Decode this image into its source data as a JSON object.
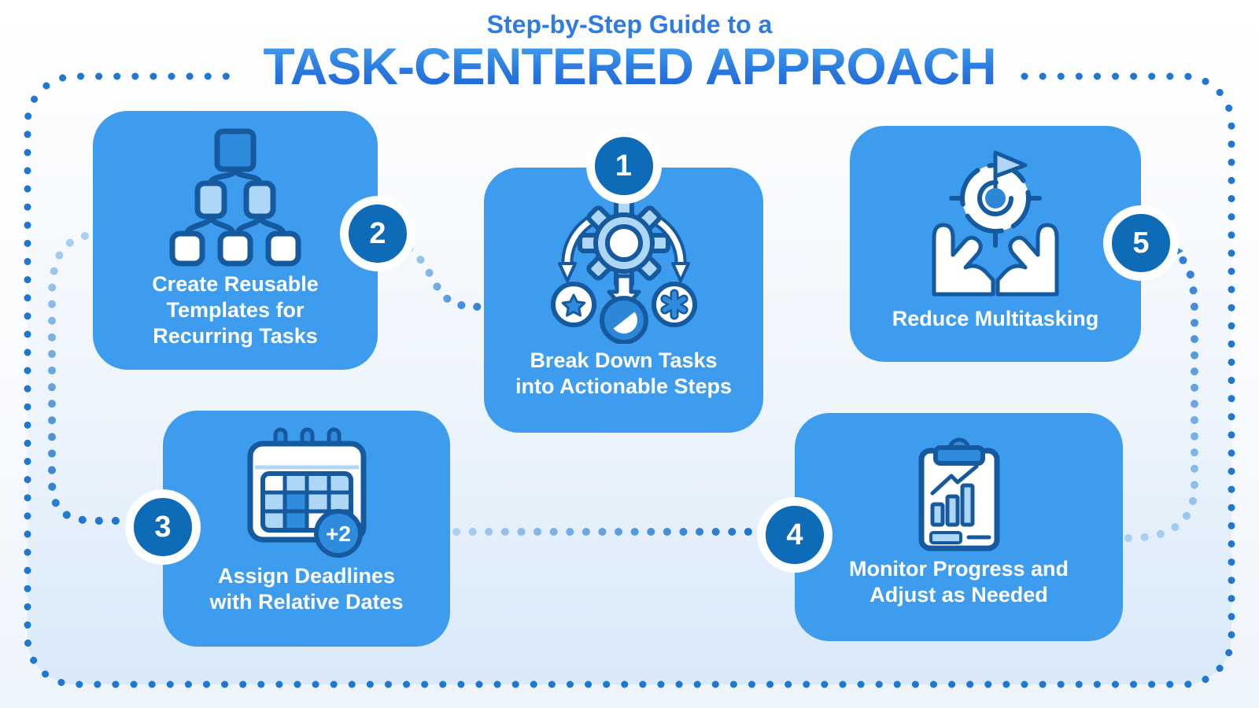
{
  "header": {
    "eyebrow": "Step-by-Step Guide to a",
    "title": "TASK-CENTERED APPROACH"
  },
  "steps": [
    {
      "number": "1",
      "lines": [
        "Break Down Tasks",
        "into Actionable Steps"
      ],
      "icon": "breakdown-gear-icon"
    },
    {
      "number": "2",
      "lines": [
        "Create Reusable",
        "Templates for",
        "Recurring Tasks"
      ],
      "icon": "template-tree-icon"
    },
    {
      "number": "3",
      "lines": [
        "Assign Deadlines",
        "with Relative Dates"
      ],
      "icon": "calendar-icon",
      "calendar_badge": "+2"
    },
    {
      "number": "4",
      "lines": [
        "Monitor Progress and",
        "Adjust as Needed"
      ],
      "icon": "progress-clipboard-icon"
    },
    {
      "number": "5",
      "lines": [
        "Reduce Multitasking"
      ],
      "icon": "hands-target-icon"
    }
  ],
  "colors": {
    "card_blue": "#3D9CEE",
    "badge_blue": "#0E6BB7",
    "icon_stroke": "#15599F",
    "icon_light": "#AED6F6",
    "icon_medium": "#2E8BDD",
    "eyebrow_blue": "#2E7CE2",
    "title_gradient_top": "#47A5F2",
    "title_gradient_bottom": "#2064D6",
    "dot_border_blue": "#1E78D2",
    "connector_light": "#A9D0F2",
    "connector_dark": "#1E76CF",
    "panel_fill_bottom": "#D9E9FA"
  }
}
